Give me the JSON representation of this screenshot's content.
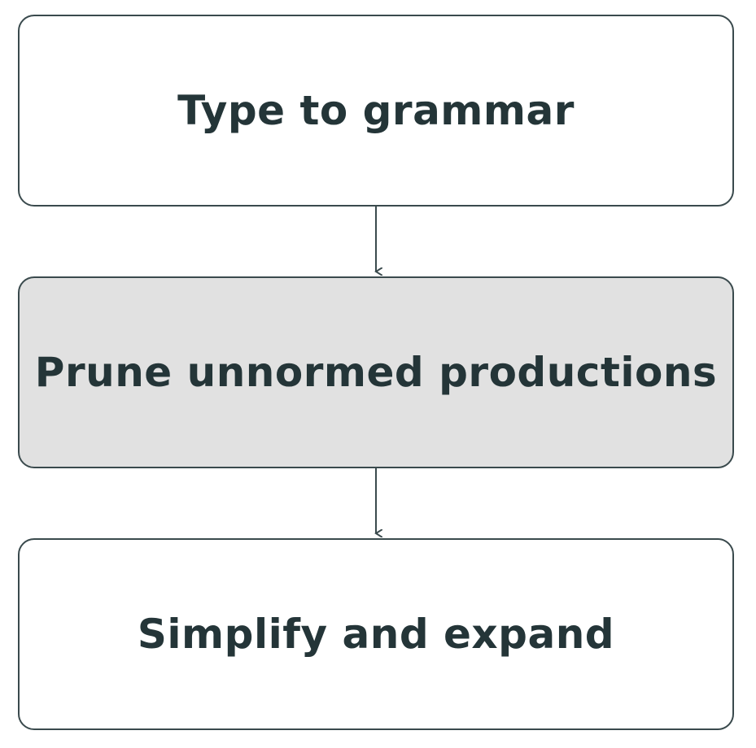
{
  "flowchart": {
    "steps": [
      {
        "label": "Type to grammar",
        "highlighted": false
      },
      {
        "label": "Prune unnormed productions",
        "highlighted": true
      },
      {
        "label": "Simplify and expand",
        "highlighted": false
      }
    ]
  },
  "colors": {
    "border": "#3a4a4d",
    "text": "#243538",
    "highlight_fill": "#e1e1e1",
    "default_fill": "#ffffff",
    "arrow": "#3a4a4d"
  }
}
